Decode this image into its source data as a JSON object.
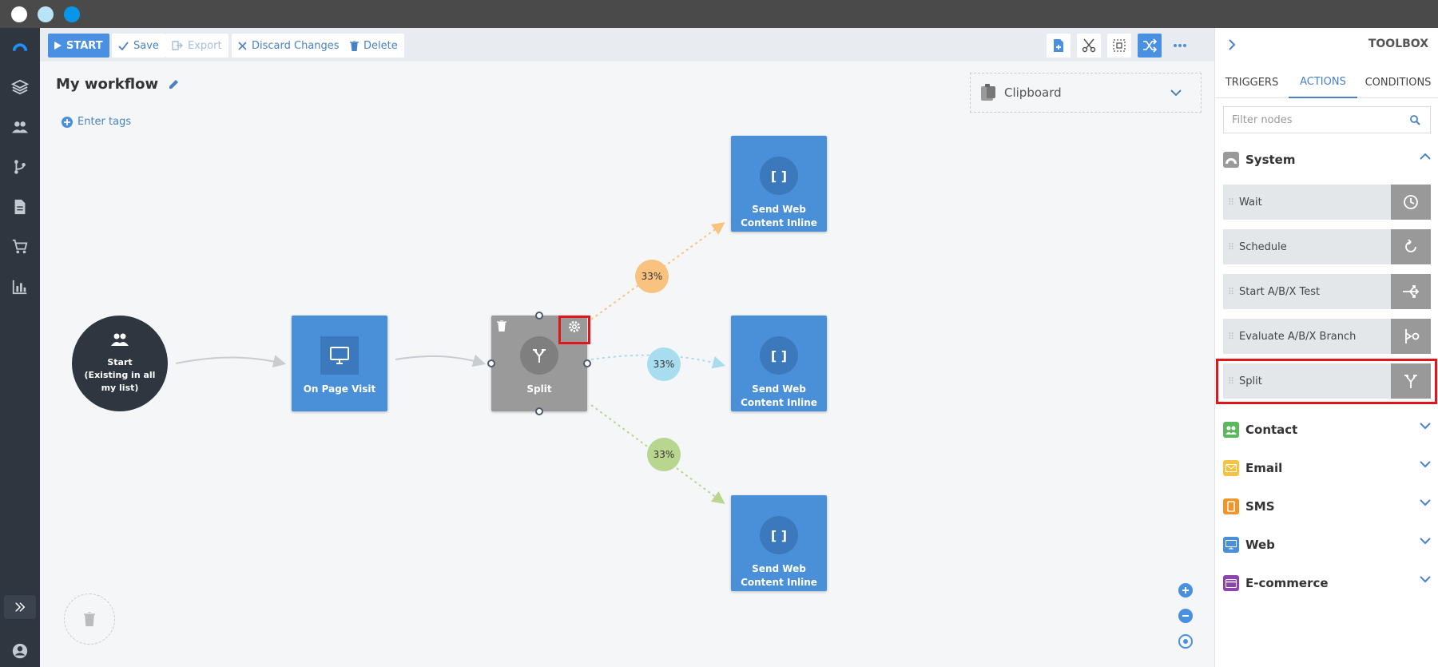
{
  "colors": {
    "accent": "#4a90e2",
    "node": "#4a90d9",
    "split_node": "#9a9a9a",
    "start_node": "#2f3640",
    "pct_orange": "#f9c27f",
    "pct_blue": "#a8dcef",
    "pct_green": "#b9d68e",
    "highlight": "#e0161b"
  },
  "toolbar": {
    "start_label": "START",
    "save_label": "Save",
    "export_label": "Export",
    "discard_label": "Discard Changes",
    "delete_label": "Delete",
    "icons": [
      "add-node-icon",
      "scissors-icon",
      "select-area-icon",
      "shuffle-icon",
      "more-icon"
    ]
  },
  "workflow": {
    "title": "My workflow",
    "tags_label": "Enter tags"
  },
  "clipboard": {
    "label": "Clipboard"
  },
  "nodes": {
    "start": {
      "title": "Start",
      "subtitle": "(Existing in all my list)"
    },
    "page_visit": {
      "label": "On Page Visit"
    },
    "split": {
      "label": "Split"
    },
    "send1": {
      "label": "Send Web Content Inline"
    },
    "send2": {
      "label": "Send Web Content Inline"
    },
    "send3": {
      "label": "Send Web Content Inline"
    }
  },
  "splits": {
    "top": "33%",
    "middle": "33%",
    "bottom": "33%"
  },
  "sidebar": {
    "title": "TOOLBOX",
    "tabs": [
      {
        "label": "TRIGGERS"
      },
      {
        "label": "ACTIONS"
      },
      {
        "label": "CONDITIONS"
      }
    ],
    "active_tab": "ACTIONS",
    "filter_placeholder": "Filter nodes",
    "system_label": "System",
    "system_items": [
      {
        "label": "Wait",
        "icon": "clock-icon"
      },
      {
        "label": "Schedule",
        "icon": "schedule-icon"
      },
      {
        "label": "Start A/B/X Test",
        "icon": "ab-test-icon"
      },
      {
        "label": "Evaluate A/B/X Branch",
        "icon": "evaluate-branch-icon"
      },
      {
        "label": "Split",
        "icon": "split-icon"
      }
    ],
    "groups": [
      {
        "label": "Contact",
        "color": "#5cb85c"
      },
      {
        "label": "Email",
        "color": "#f5c242"
      },
      {
        "label": "SMS",
        "color": "#f0952a"
      },
      {
        "label": "Web",
        "color": "#4a90d9"
      },
      {
        "label": "E-commerce",
        "color": "#8e44ad"
      }
    ]
  }
}
